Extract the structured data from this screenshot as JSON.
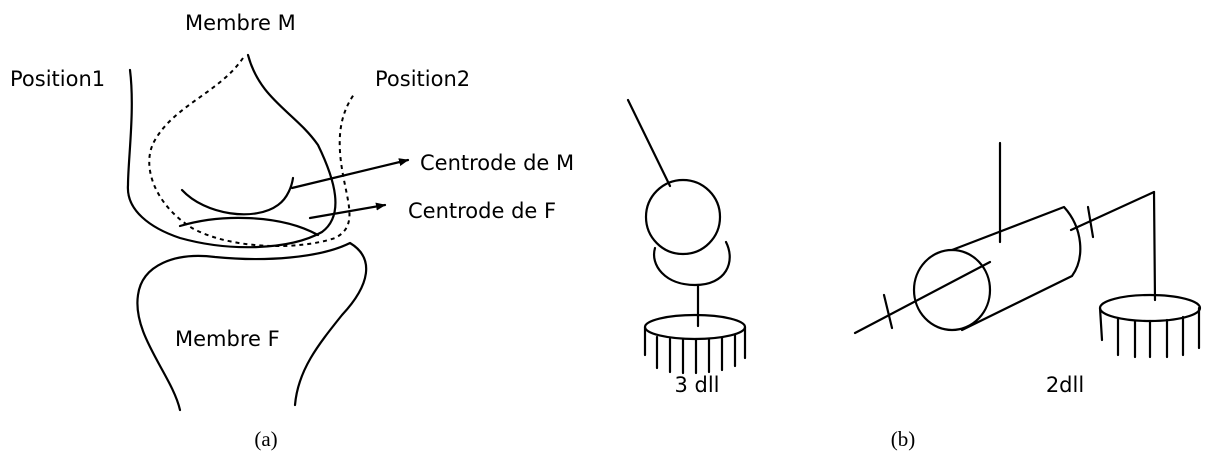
{
  "panel_a": {
    "label_member_m": "Membre M",
    "label_position1": "Position1",
    "label_position2": "Position2",
    "label_centrode_m": "Centrode de M",
    "label_centrode_f": "Centrode de F",
    "label_member_f": "Membre F",
    "caption": "(a)"
  },
  "panel_b": {
    "label_3dof": "3 dll",
    "label_2dof": "2dll",
    "caption": "(b)"
  }
}
